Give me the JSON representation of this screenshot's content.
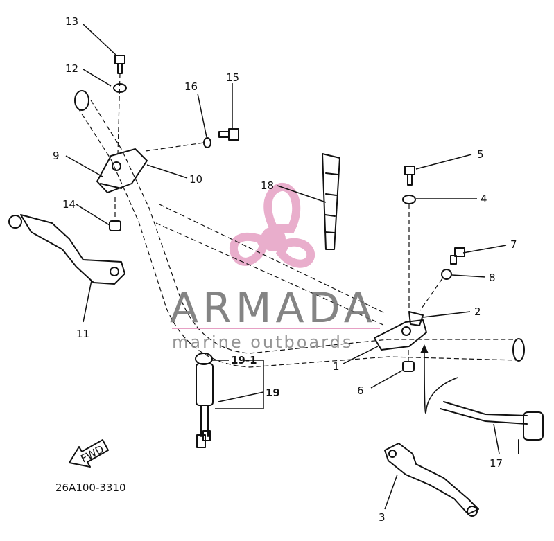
{
  "diagram": {
    "catalog_number": "26A100-3310",
    "fwd_arrow": "FWD",
    "labels": {
      "p1": "1",
      "p2": "2",
      "p3": "3",
      "p4": "4",
      "p5": "5",
      "p6": "6",
      "p7": "7",
      "p8": "8",
      "p9": "9",
      "p10": "10",
      "p11": "11",
      "p12": "12",
      "p13": "13",
      "p14": "14",
      "p15": "15",
      "p16": "16",
      "p17": "17",
      "p18": "18",
      "p19": "19",
      "p19_1": "19-1"
    }
  },
  "watermark": {
    "title": "ARMADA",
    "subtitle": "marine outboards",
    "colors": {
      "title": "#6e6e6e",
      "subtitle": "#8a8a8a",
      "accent": "#e6a0c4"
    }
  }
}
